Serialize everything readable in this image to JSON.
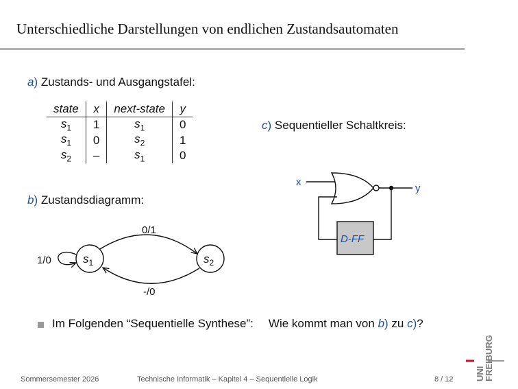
{
  "slide": {
    "title": "Unterschiedliche Darstellungen von endlichen Zustandsautomaten"
  },
  "section_a": {
    "label": "a",
    "paren": ")",
    "text": " Zustands- und Ausgangstafel:"
  },
  "table": {
    "headers": [
      "state",
      "x",
      "next-state",
      "y"
    ],
    "rows": [
      {
        "state": "s",
        "state_sub": "1",
        "x": "1",
        "next": "s",
        "next_sub": "1",
        "y": "0"
      },
      {
        "state": "s",
        "state_sub": "1",
        "x": "0",
        "next": "s",
        "next_sub": "2",
        "y": "1"
      },
      {
        "state": "s",
        "state_sub": "2",
        "x": "–",
        "next": "s",
        "next_sub": "1",
        "y": "0"
      }
    ]
  },
  "section_b": {
    "label": "b",
    "paren": ")",
    "text": " Zustandsdiagramm:"
  },
  "diagram": {
    "state1": "s",
    "state1_sub": "1",
    "state2": "s",
    "state2_sub": "2",
    "edge_top": "0/1",
    "edge_bottom": "-/0",
    "self_loop": "1/0"
  },
  "section_c": {
    "label": "c",
    "paren": ")",
    "text": " Sequentieller Schaltkreis:"
  },
  "circuit": {
    "input": "x",
    "output": "y",
    "flipflop": "D-FF",
    "flipflop_fill": "#c8c8c8",
    "flipflop_text_color": "#1f4fa0"
  },
  "bullet": {
    "text": "Im Folgenden “Sequentielle Synthese”:",
    "q_pre": "Wie kommt man von ",
    "q_b": "b",
    "q_b_paren": ")",
    "q_mid": " zu ",
    "q_c": "c",
    "q_c_paren": ")",
    "q_end": "?"
  },
  "footer": {
    "semester": "Sommersemester 2026",
    "course": "Technische Informatik – Kapitel 4 – Sequentielle Logik",
    "page": "8 / 12"
  },
  "logo": {
    "line1": "UNI",
    "line2": "FREIBURG",
    "accent": "#c8102e"
  },
  "colors": {
    "accent_blue": "#1f4fa0",
    "rule_gray": "#b3b3b3"
  }
}
